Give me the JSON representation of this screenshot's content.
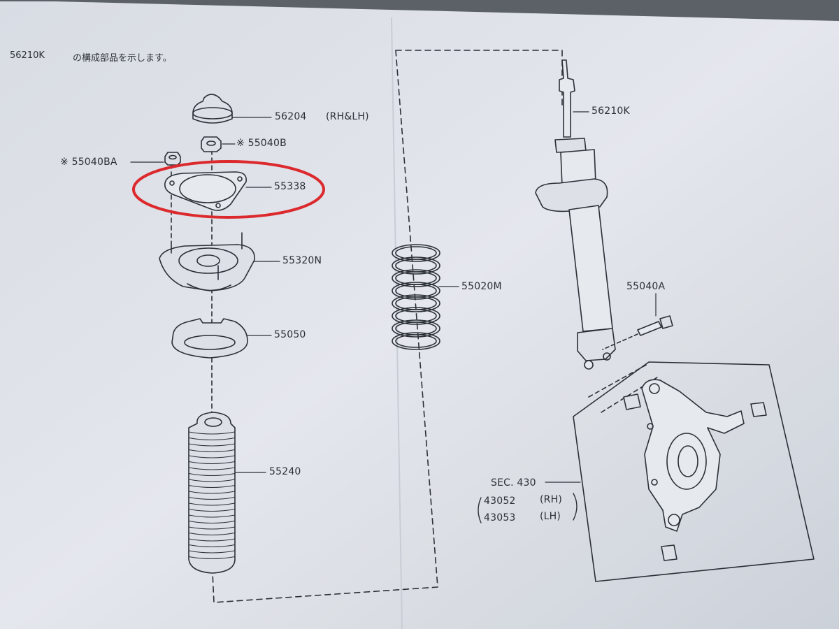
{
  "header": {
    "part_code": "56210K",
    "caption": "の構成部品を示します。"
  },
  "labels": {
    "dust_cap": "56204",
    "dust_cap_side": "(RH&LH)",
    "nut_b": "※ 55040B",
    "nut_ba": "※ 55040BA",
    "gasket": "55338",
    "mount": "55320N",
    "spring_seat": "55050",
    "bound_bumper": "55240",
    "coil_spring": "55020M",
    "strut": "56210K",
    "bolt": "55040A",
    "section": "SEC. 430",
    "knuckle_rh_no": "43052",
    "knuckle_rh_side": "(RH)",
    "knuckle_lh_no": "43053",
    "knuckle_lh_side": "(LH)"
  },
  "colors": {
    "paper": "#e9ecf1",
    "ink": "#2b2f36",
    "highlight": "#e3282b"
  },
  "highlight": {
    "target": "gasket",
    "shape": "ellipse"
  }
}
